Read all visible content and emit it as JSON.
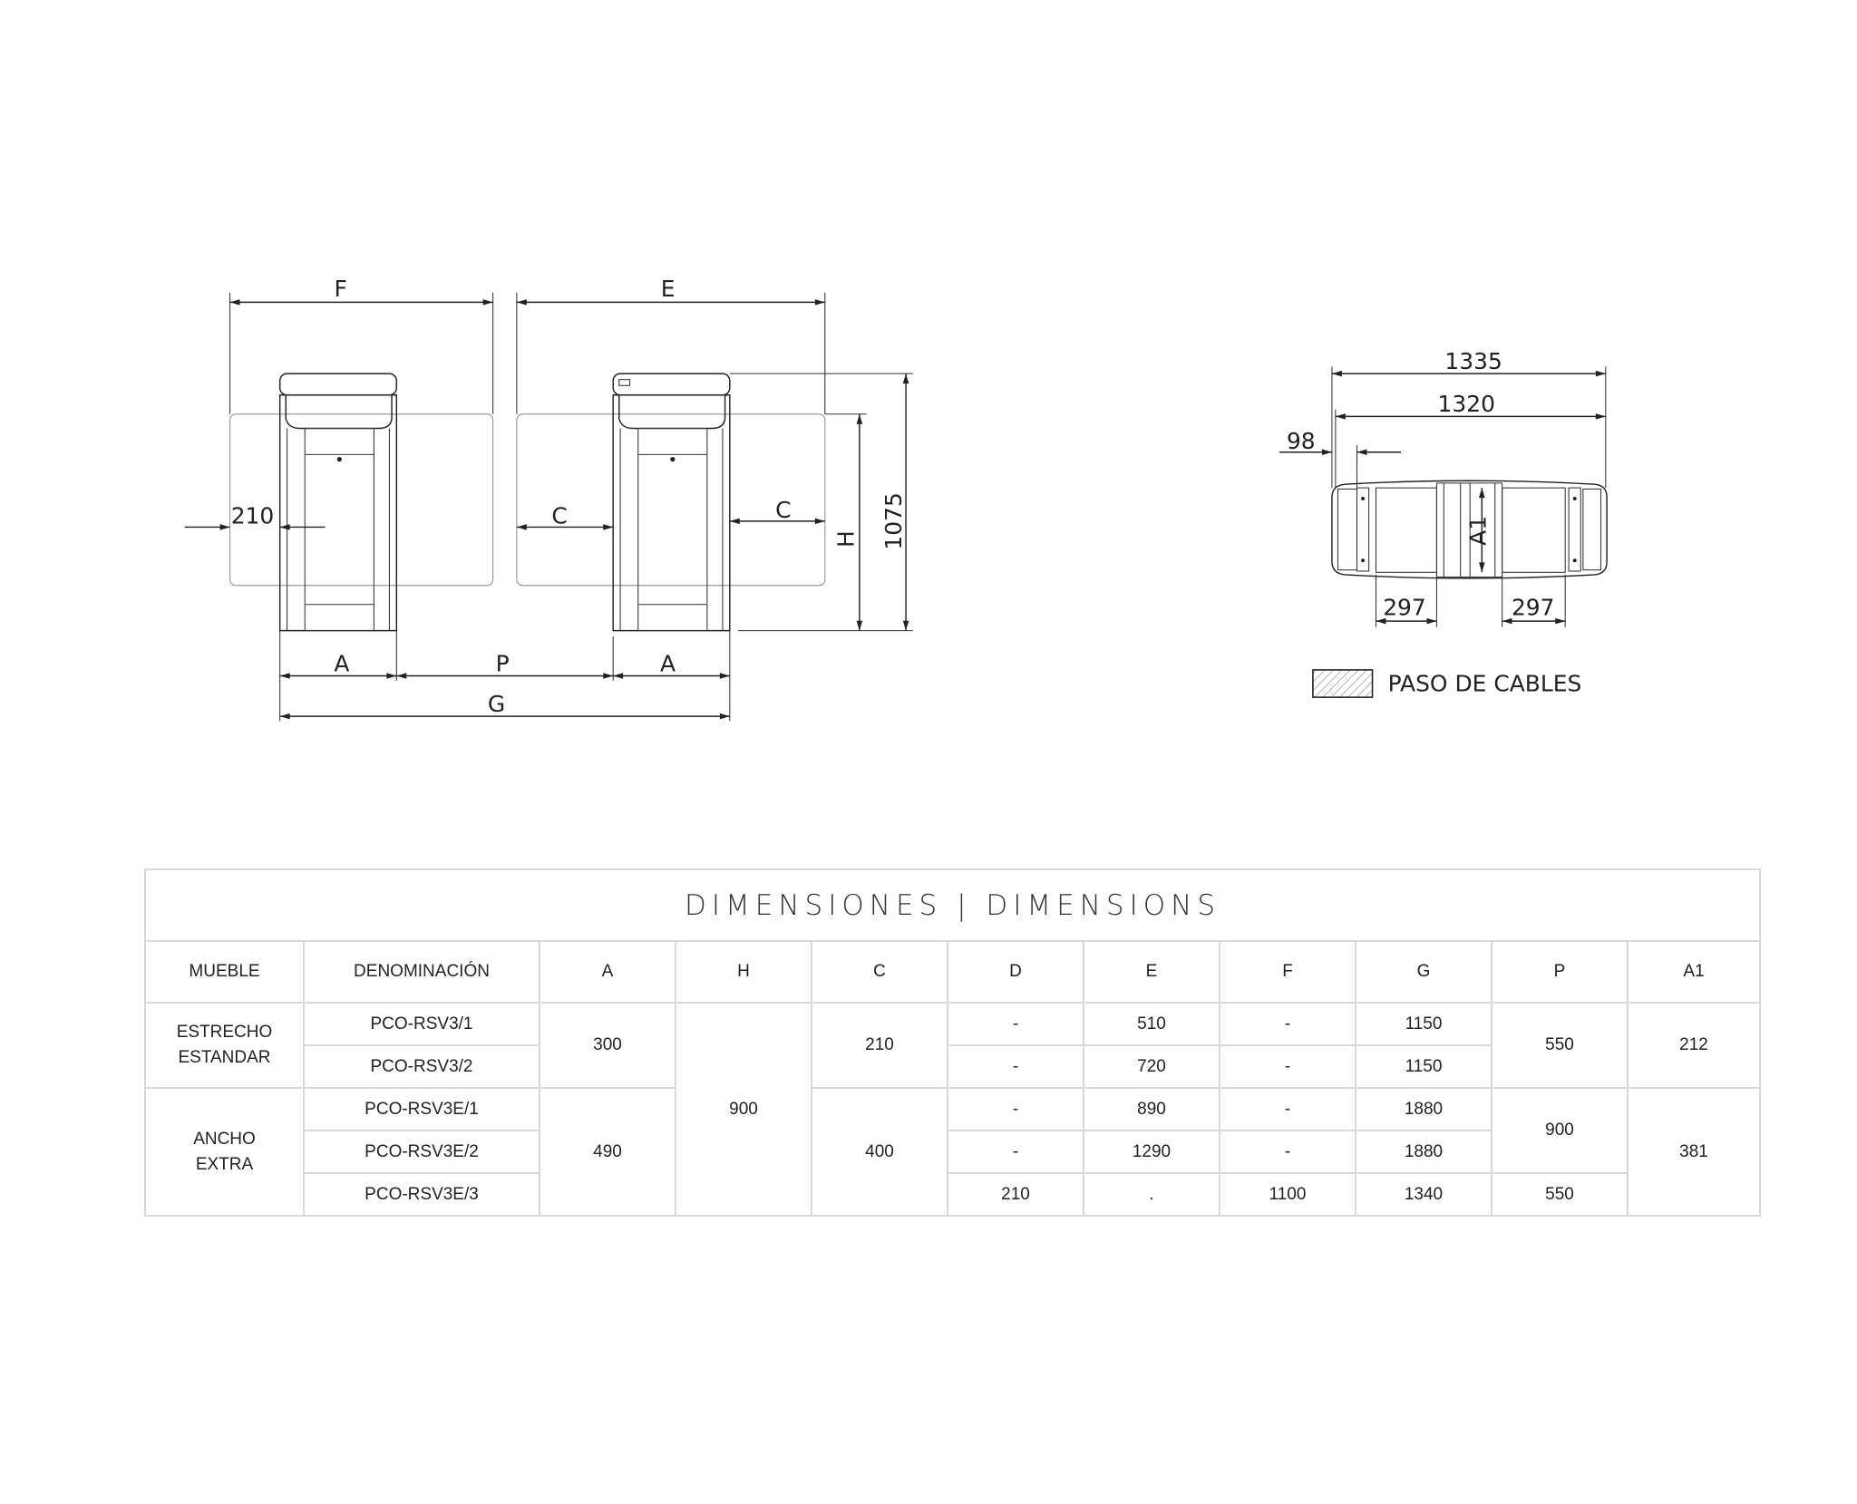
{
  "front_view": {
    "labels": {
      "F": "F",
      "E": "E",
      "dim_210": "210",
      "C_left": "C",
      "C_right": "C",
      "H": "H",
      "dim_1075": "1075",
      "A_left": "A",
      "P": "P",
      "A_right": "A",
      "G": "G"
    }
  },
  "top_view": {
    "labels": {
      "dim_1335": "1335",
      "dim_1320": "1320",
      "dim_98": "98",
      "A1": "A1",
      "dim_297_left": "297",
      "dim_297_right": "297"
    },
    "legend": "PASO DE CABLES"
  },
  "table": {
    "title": "DIMENSIONES | DIMENSIONS",
    "headers": [
      "MUEBLE",
      "DENOMINACIÓN",
      "A",
      "H",
      "C",
      "D",
      "E",
      "F",
      "G",
      "P",
      "A1"
    ],
    "groups": [
      {
        "mueble_line1": "ESTRECHO",
        "mueble_line2": "ESTANDAR",
        "A": "300",
        "C": "210",
        "A1": "212",
        "P": "550",
        "rows": [
          {
            "denominacion": "PCO-RSV3/1",
            "D": "-",
            "E": "510",
            "F": "-",
            "G": "1150"
          },
          {
            "denominacion": "PCO-RSV3/2",
            "D": "-",
            "E": "720",
            "F": "-",
            "G": "1150"
          }
        ]
      },
      {
        "mueble_line1": "ANCHO",
        "mueble_line2": "EXTRA",
        "A": "490",
        "C": "400",
        "A1": "381",
        "P_12": "900",
        "rows": [
          {
            "denominacion": "PCO-RSV3E/1",
            "D": "-",
            "E": "890",
            "F": "-",
            "G": "1880"
          },
          {
            "denominacion": "PCO-RSV3E/2",
            "D": "-",
            "E": "1290",
            "F": "-",
            "G": "1880"
          },
          {
            "denominacion": "PCO-RSV3E/3",
            "D": "210",
            "E": ".",
            "F": "1100",
            "G": "1340",
            "P": "550"
          }
        ]
      }
    ],
    "H_all": "900"
  }
}
